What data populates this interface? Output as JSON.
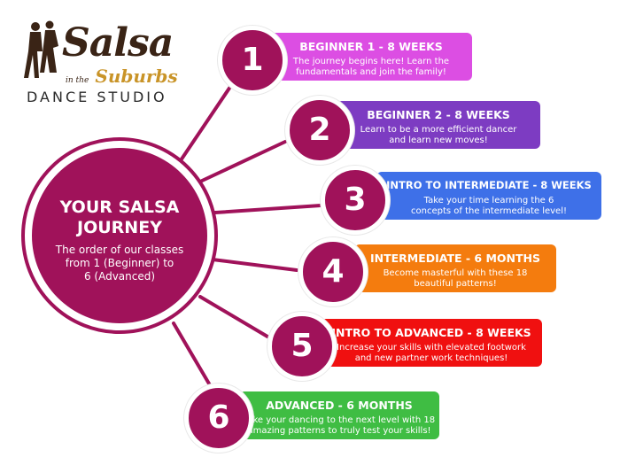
{
  "logo": {
    "name_main": "Salsa",
    "name_in_the": "in the",
    "name_suburbs": "Suburbs",
    "subtitle": "DANCE STUDIO"
  },
  "hub": {
    "title_line1": "YOUR SALSA",
    "title_line2": "JOURNEY",
    "subtitle_line1": "The order of our classes",
    "subtitle_line2": "from 1 (Beginner) to",
    "subtitle_line3": "6 (Advanced)"
  },
  "colors": {
    "hub": "#a0125a",
    "step1": "#dc4ee3",
    "step2": "#7d3cc2",
    "step3": "#3e70e8",
    "step4": "#f47c0e",
    "step5": "#f01010",
    "step6": "#3fbd43"
  },
  "steps": [
    {
      "number": "1",
      "title": "BEGINNER 1 - 8 WEEKS",
      "desc_line1": "The journey begins here! Learn the",
      "desc_line2": "fundamentals and join the family!"
    },
    {
      "number": "2",
      "title": "BEGINNER 2 - 8 WEEKS",
      "desc_line1": "Learn to be a more efficient dancer",
      "desc_line2": "and learn new moves!"
    },
    {
      "number": "3",
      "title": "INTRO TO INTERMEDIATE - 8 WEEKS",
      "desc_line1": "Take your time learning the 6",
      "desc_line2": "concepts of the intermediate level!"
    },
    {
      "number": "4",
      "title": "INTERMEDIATE - 6 MONTHS",
      "desc_line1": "Become masterful with these 18",
      "desc_line2": "beautiful patterns!"
    },
    {
      "number": "5",
      "title": "INTRO TO ADVANCED - 8 WEEKS",
      "desc_line1": "Increase your skills with elevated footwork",
      "desc_line2": "and new partner work techniques!"
    },
    {
      "number": "6",
      "title": "ADVANCED - 6 MONTHS",
      "desc_line1": "Take your dancing to the next level with 18",
      "desc_line2": "amazing patterns to truly test your skills!"
    }
  ]
}
